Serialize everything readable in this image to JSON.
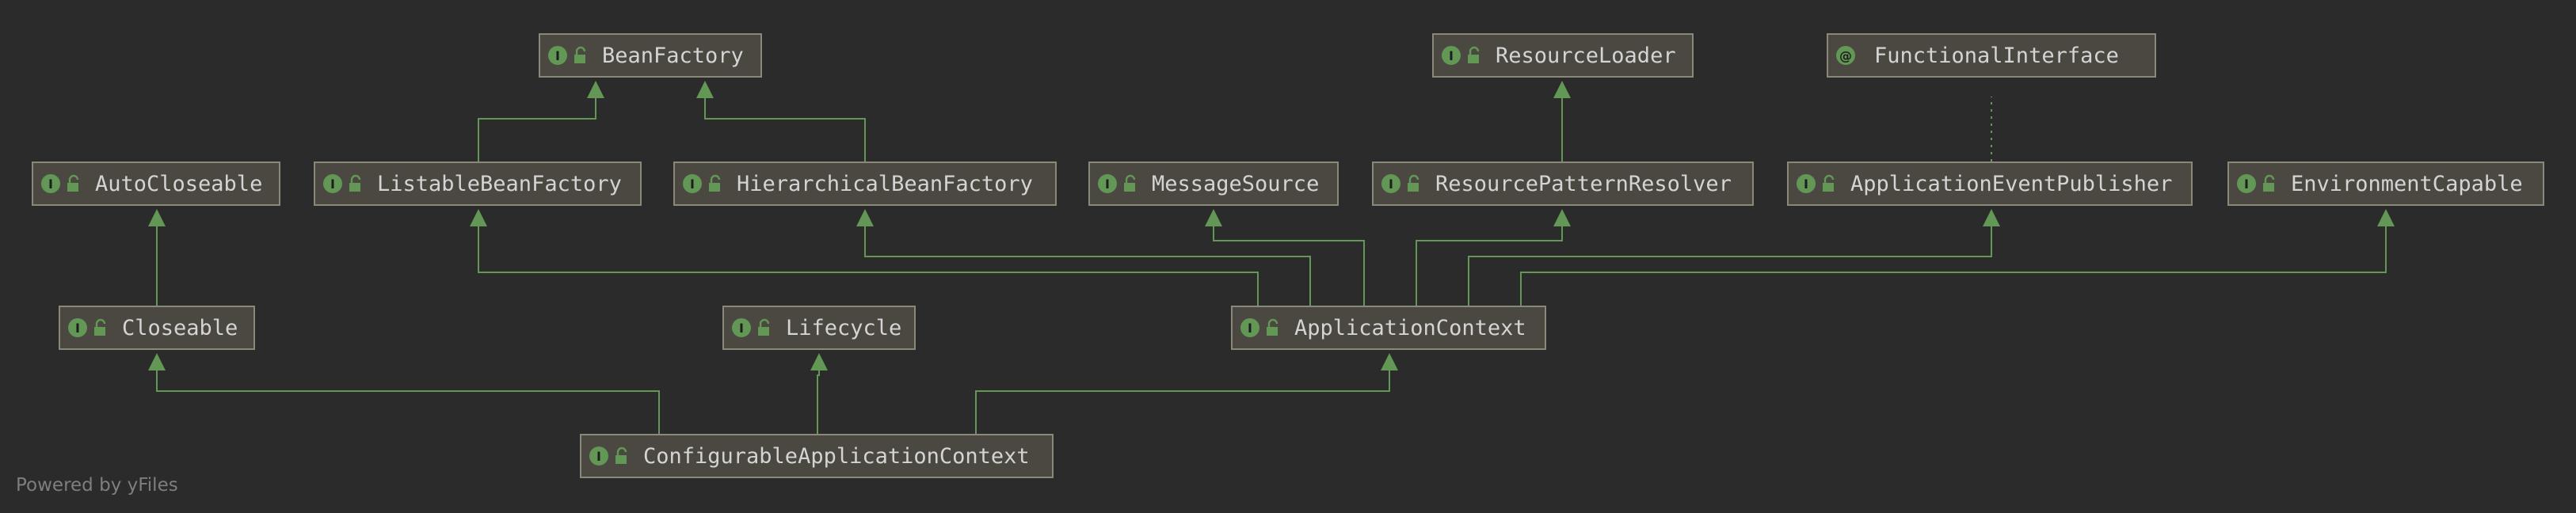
{
  "nodes": {
    "beanfactory": {
      "label": "BeanFactory",
      "badge": "I"
    },
    "resourceloader": {
      "label": "ResourceLoader",
      "badge": "I"
    },
    "functionalinterface": {
      "label": "FunctionalInterface",
      "badge": "@"
    },
    "autocloseable": {
      "label": "AutoCloseable",
      "badge": "I"
    },
    "listablebeanfactory": {
      "label": "ListableBeanFactory",
      "badge": "I"
    },
    "hierarchicalbeanfactory": {
      "label": "HierarchicalBeanFactory",
      "badge": "I"
    },
    "messagesource": {
      "label": "MessageSource",
      "badge": "I"
    },
    "resourcepatternresolver": {
      "label": "ResourcePatternResolver",
      "badge": "I"
    },
    "applicationeventpublisher": {
      "label": "ApplicationEventPublisher",
      "badge": "I"
    },
    "environmentcapable": {
      "label": "EnvironmentCapable",
      "badge": "I"
    },
    "closeable": {
      "label": "Closeable",
      "badge": "I"
    },
    "lifecycle": {
      "label": "Lifecycle",
      "badge": "I"
    },
    "applicationcontext": {
      "label": "ApplicationContext",
      "badge": "I"
    },
    "configurableapplicationcontext": {
      "label": "ConfigurableApplicationContext",
      "badge": "I"
    }
  },
  "edges": [
    {
      "from": "listablebeanfactory",
      "to": "beanfactory",
      "style": "solid"
    },
    {
      "from": "hierarchicalbeanfactory",
      "to": "beanfactory",
      "style": "solid"
    },
    {
      "from": "resourcepatternresolver",
      "to": "resourceloader",
      "style": "solid"
    },
    {
      "from": "applicationeventpublisher",
      "to": "functionalinterface",
      "style": "dotted"
    },
    {
      "from": "closeable",
      "to": "autocloseable",
      "style": "solid"
    },
    {
      "from": "applicationcontext",
      "to": "listablebeanfactory",
      "style": "solid"
    },
    {
      "from": "applicationcontext",
      "to": "hierarchicalbeanfactory",
      "style": "solid"
    },
    {
      "from": "applicationcontext",
      "to": "messagesource",
      "style": "solid"
    },
    {
      "from": "applicationcontext",
      "to": "resourcepatternresolver",
      "style": "solid"
    },
    {
      "from": "applicationcontext",
      "to": "applicationeventpublisher",
      "style": "solid"
    },
    {
      "from": "applicationcontext",
      "to": "environmentcapable",
      "style": "solid"
    },
    {
      "from": "configurableapplicationcontext",
      "to": "closeable",
      "style": "solid"
    },
    {
      "from": "configurableapplicationcontext",
      "to": "lifecycle",
      "style": "solid"
    },
    {
      "from": "configurableapplicationcontext",
      "to": "applicationcontext",
      "style": "solid"
    }
  ],
  "colors": {
    "background": "#2b2b2b",
    "edge": "#629755",
    "node_fill": "#4a4840",
    "node_border": "#8a8878",
    "badge": "#629755",
    "lock_icon": "lock-icon"
  },
  "footer": {
    "text": "Powered by yFiles"
  }
}
